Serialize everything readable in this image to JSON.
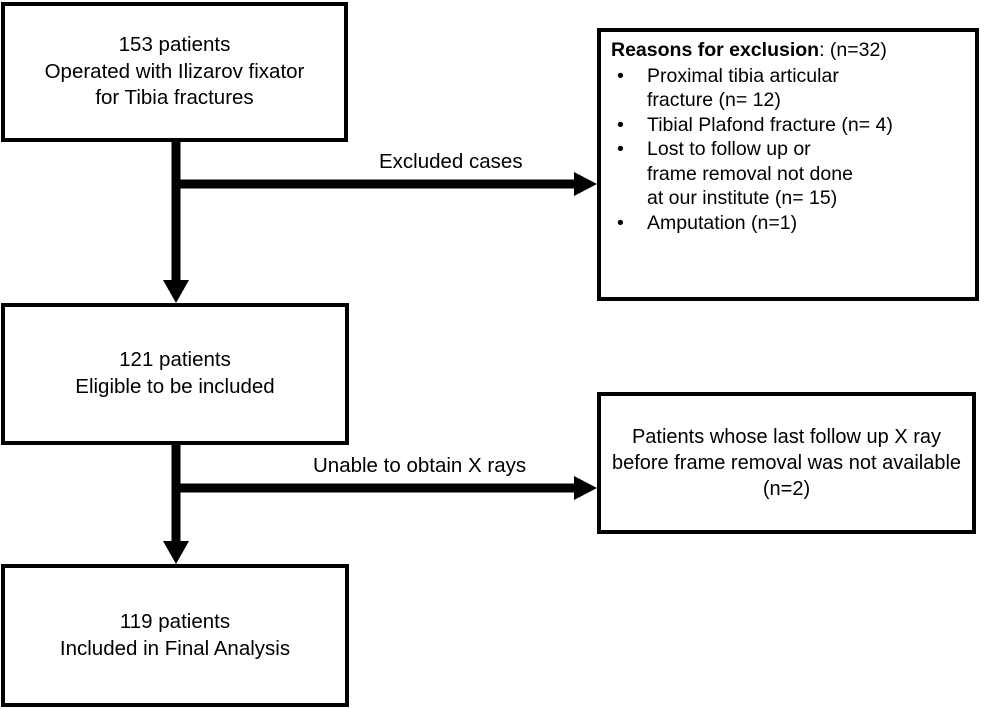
{
  "diagram": {
    "type": "patient-flow-chart",
    "nodes": {
      "source": {
        "text": "153 patients\nOperated with Ilizarov fixator\nfor Tibia fractures",
        "count": 153
      },
      "eligible": {
        "text": "121 patients\nEligible to be included",
        "count": 121
      },
      "final": {
        "text": "119 patients\nIncluded in Final Analysis",
        "count": 119
      },
      "exclusion": {
        "title_bold": "Reasons for exclusion",
        "title_rest": ": (n=32)",
        "total": 32,
        "bullet_glyph": "•",
        "items": [
          "Proximal tibia articular\nfracture  (n= 12)",
          "Tibial Plafond fracture (n= 4)",
          "Lost to follow up  or\n frame removal not done\n at our institute (n= 15)",
          "Amputation (n=1)"
        ]
      },
      "noxray": {
        "text": "Patients whose last follow up X ray before frame removal was not available (n=2)",
        "count": 2
      }
    },
    "edges": {
      "excluded_label": "Excluded cases",
      "xray_label": "Unable to obtain X rays"
    },
    "colors": {
      "stroke": "#000000",
      "fill": "#ffffff",
      "text": "#000000"
    }
  }
}
